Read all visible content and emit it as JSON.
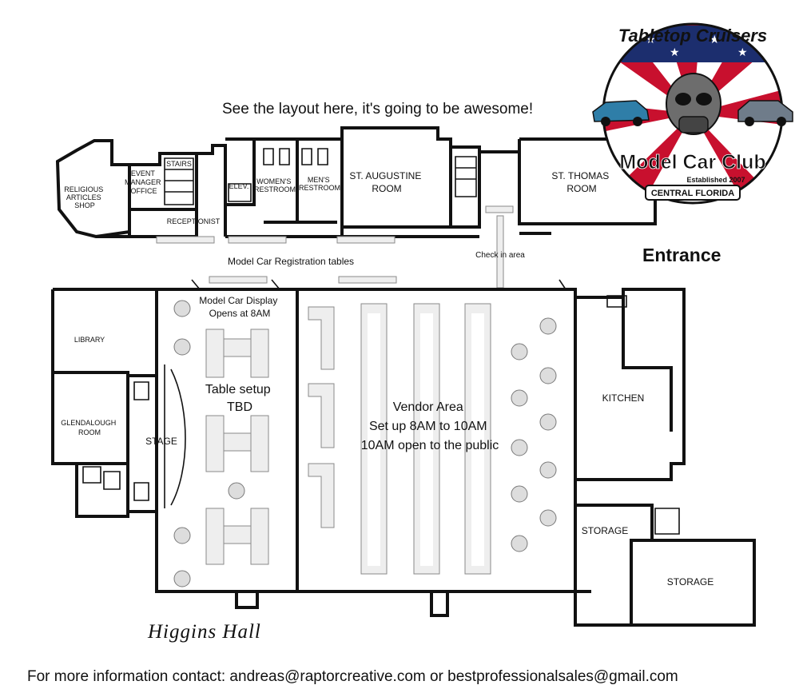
{
  "headline": "See the layout here, it's going to be awesome!",
  "entrance_label": "Entrance",
  "footer_text": "For more information contact: andreas@raptorcreative.com or bestprofessionalsales@gmail.com",
  "hall_name": "Higgins Hall",
  "logo": {
    "top_text": "Tabletop Cruisers",
    "main_text": "Model Car Club",
    "established": "Established 2007",
    "region": "CENTRAL FLORIDA"
  },
  "rooms": {
    "religious_shop": [
      "RELIGIOUS",
      "ARTICLES",
      "SHOP"
    ],
    "event_office": [
      "EVENT",
      "MANAGER",
      "OFFICE"
    ],
    "stairs": "STAIRS",
    "receptionist": "RECEPTIONIST",
    "elevator": "ELEV.",
    "womens": [
      "WOMEN'S",
      "RESTROOM"
    ],
    "mens": [
      "MEN'S",
      "RESTROOM"
    ],
    "st_augustine": [
      "ST. AUGUSTINE",
      "ROOM"
    ],
    "st_thomas": [
      "ST. THOMAS",
      "ROOM"
    ],
    "library": "LIBRARY",
    "glendalough": [
      "GLENDALOUGH",
      "ROOM"
    ],
    "stage": "STAGE",
    "kitchen": "KITCHEN",
    "storage_small": "STORAGE",
    "storage_large": "STORAGE"
  },
  "annotations": {
    "registration": "Model Car Registration tables",
    "check_in": "Check in area",
    "display": [
      "Model Car Display",
      "Opens at 8AM"
    ],
    "table_setup": [
      "Table setup",
      "TBD"
    ],
    "vendor": [
      "Vendor Area",
      "Set up 8AM to 10AM",
      "10AM open to the public"
    ]
  },
  "colors": {
    "walls": "#111111",
    "tables": "#eeeeee",
    "round_tables": "#dddddd",
    "logo_red": "#c8102e",
    "logo_blue": "#1c2e6e"
  }
}
